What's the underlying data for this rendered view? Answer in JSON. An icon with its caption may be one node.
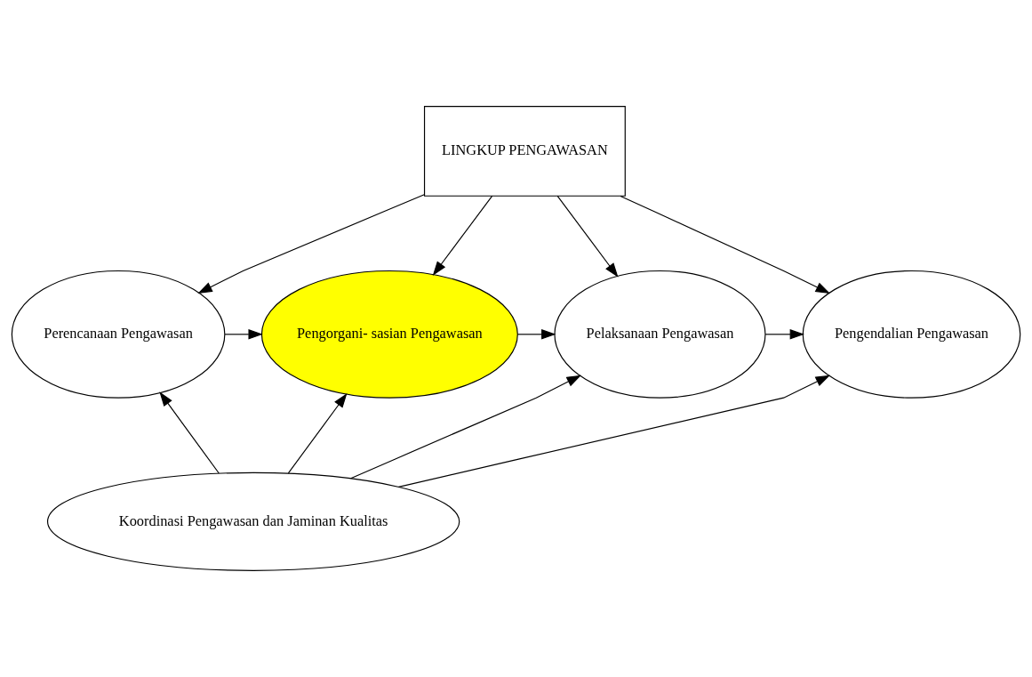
{
  "diagram": {
    "nodes": [
      {
        "text": [
          "LINGKUP PENGAWASAN"
        ]
      },
      {
        "text": [
          "Perencanaan Pengawasan"
        ]
      },
      {
        "text": [
          "Pengorgani- sasian Pengawasan"
        ]
      },
      {
        "text": [
          "Pelaksanaan Pengawasan"
        ]
      },
      {
        "text": [
          "Pengendalian Pengawasan"
        ]
      },
      {
        "text": [
          "Koordinasi Pengawasan dan Jaminan Kualitas"
        ]
      }
    ],
    "edges": [
      {
        "from": 0,
        "to": 1,
        "arrow": "to"
      },
      {
        "from": 0,
        "to": 2,
        "arrow": "to"
      },
      {
        "from": 0,
        "to": 3,
        "arrow": "to"
      },
      {
        "from": 0,
        "to": 4,
        "arrow": "to"
      },
      {
        "from": 1,
        "to": 2,
        "arrow": "to"
      },
      {
        "from": 2,
        "to": 3,
        "arrow": "to"
      },
      {
        "from": 3,
        "to": 4,
        "arrow": "to"
      },
      {
        "from": 5,
        "to": 1,
        "arrow": "to"
      },
      {
        "from": 5,
        "to": 2,
        "arrow": "to"
      },
      {
        "from": 5,
        "to": 3,
        "arrow": "to"
      },
      {
        "from": 5,
        "to": 4,
        "arrow": "to"
      }
    ]
  }
}
